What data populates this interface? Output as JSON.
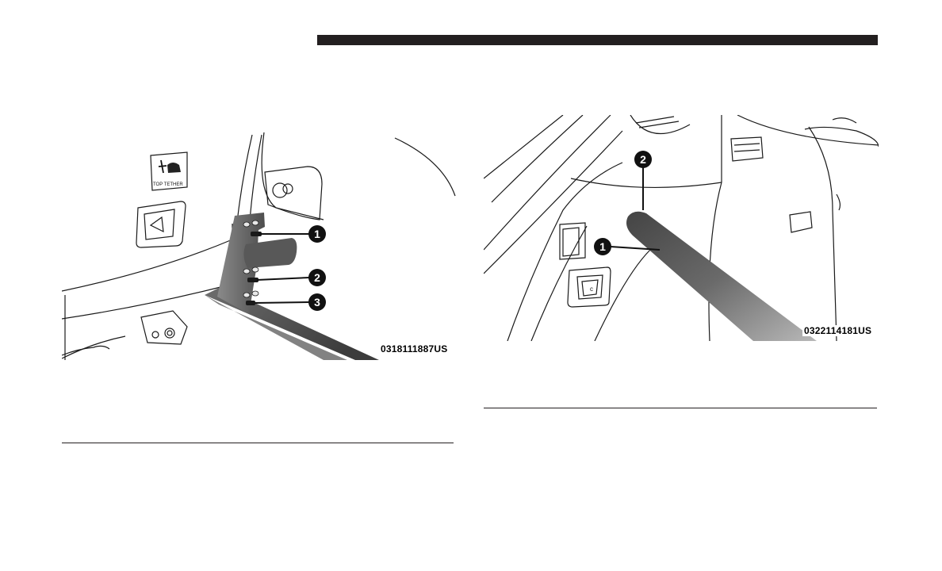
{
  "left_figure": {
    "code": "0318111887US",
    "sticker_text": "TOP TETHER",
    "callouts": [
      "1",
      "2",
      "3"
    ]
  },
  "right_figure": {
    "code": "0322114181US",
    "callouts": [
      "2",
      "1"
    ]
  },
  "colors": {
    "header_bar": "#231f20",
    "line_art": "#1a1a1a",
    "callout_fill": "#111111",
    "dark_part": "#5a5a5a"
  }
}
